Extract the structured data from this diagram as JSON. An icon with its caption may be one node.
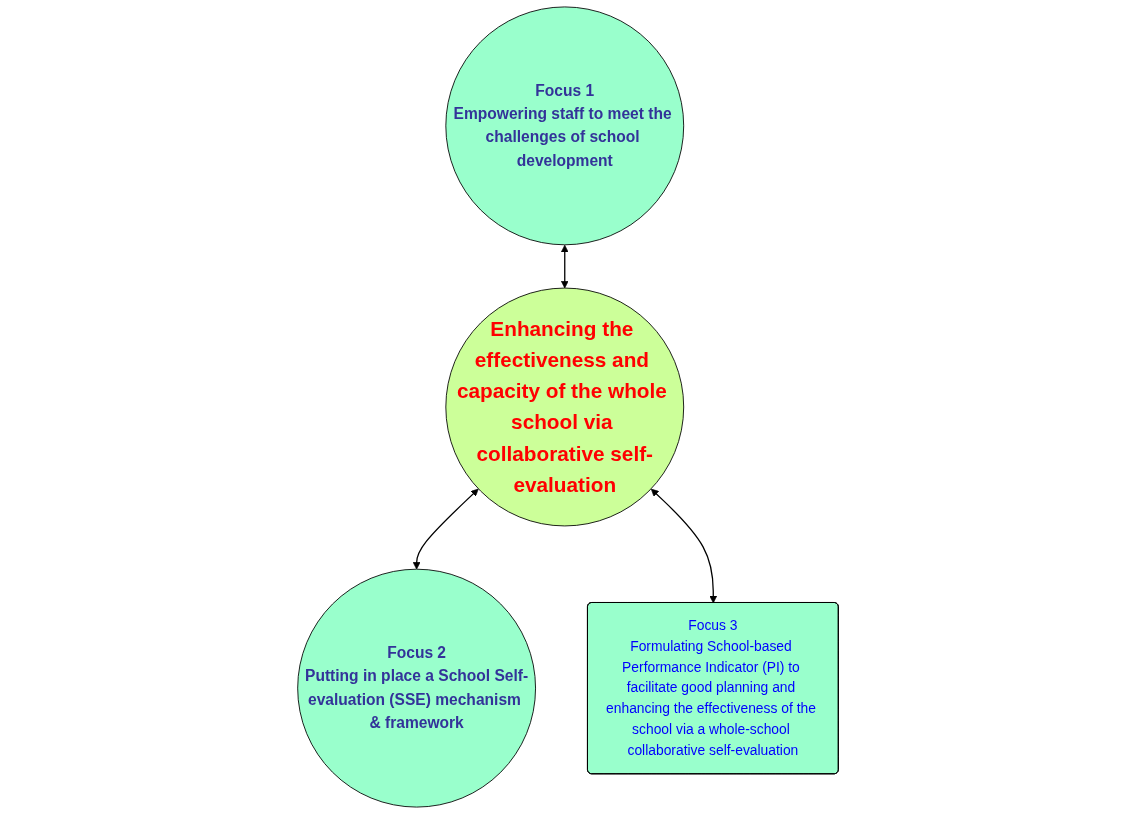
{
  "diagram": {
    "nodes": [
      {
        "text": [
          "Focus 1",
          "Empowering staff to meet the challenges of school development"
        ]
      },
      {
        "text": [
          "Enhancing the effectiveness and capacity of the whole school via collaborative self-evaluation"
        ]
      },
      {
        "text": [
          "Focus 2",
          "Putting in place a School Self-evaluation (SSE) mechanism & framework"
        ]
      },
      {
        "text": [
          "Focus 3",
          "Formulating School-based Performance Indicator (PI) to facilitate good planning and enhancing the effectiveness of the school via a whole-school collaborative self-evaluation"
        ]
      }
    ],
    "edges": [
      {
        "from": 0,
        "to": 1,
        "arrow": "both"
      },
      {
        "from": 1,
        "to": 2,
        "arrow": "both"
      },
      {
        "from": 1,
        "to": 3,
        "arrow": "both"
      }
    ]
  }
}
